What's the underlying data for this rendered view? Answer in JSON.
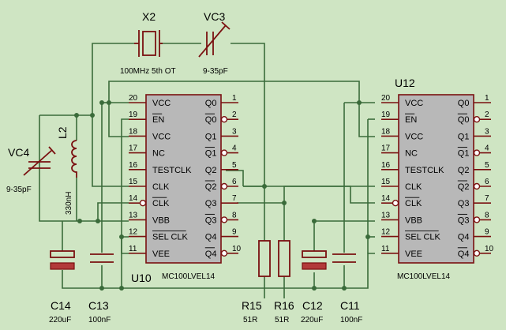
{
  "colors": {
    "background": "#cfe5c3",
    "wire": "#3a6b3a",
    "component": "#7a1010",
    "ic_body": "#b8b8b8"
  },
  "components": {
    "x2": {
      "ref": "X2",
      "value": "100MHz 5th OT"
    },
    "vc3": {
      "ref": "VC3",
      "value": "9-35pF"
    },
    "vc4": {
      "ref": "VC4",
      "value": "9-35pF"
    },
    "l2": {
      "ref": "L2",
      "value": "330nH"
    },
    "c14": {
      "ref": "C14",
      "value": "220uF"
    },
    "c13": {
      "ref": "C13",
      "value": "100nF"
    },
    "c12": {
      "ref": "C12",
      "value": "220uF"
    },
    "c11": {
      "ref": "C11",
      "value": "100nF"
    },
    "r15": {
      "ref": "R15",
      "value": "51R"
    },
    "r16": {
      "ref": "R16",
      "value": "51R"
    }
  },
  "ics": [
    {
      "ref": "U10",
      "part": "MC100LVEL14"
    },
    {
      "ref": "U12",
      "part": "MC100LVEL14"
    }
  ],
  "ic_left_pins": [
    {
      "num": "20",
      "name": "VCC",
      "bar": false,
      "bubble": false
    },
    {
      "num": "19",
      "name": "EN",
      "bar": true,
      "bubble": false
    },
    {
      "num": "18",
      "name": "VCC",
      "bar": false,
      "bubble": false
    },
    {
      "num": "17",
      "name": "NC",
      "bar": false,
      "bubble": false
    },
    {
      "num": "16",
      "name": "TESTCLK",
      "bar": false,
      "bubble": false
    },
    {
      "num": "15",
      "name": "CLK",
      "bar": false,
      "bubble": false
    },
    {
      "num": "14",
      "name": "CLK",
      "bar": true,
      "bubble": true
    },
    {
      "num": "13",
      "name": "VBB",
      "bar": false,
      "bubble": false
    },
    {
      "num": "12",
      "name": "SEL CLK",
      "bar": true,
      "bubble": false
    },
    {
      "num": "11",
      "name": "VEE",
      "bar": false,
      "bubble": false
    }
  ],
  "ic_right_pins": [
    {
      "num": "1",
      "name": "Q0",
      "bar": false,
      "bubble": false
    },
    {
      "num": "2",
      "name": "Q0",
      "bar": true,
      "bubble": true
    },
    {
      "num": "3",
      "name": "Q1",
      "bar": false,
      "bubble": false
    },
    {
      "num": "4",
      "name": "Q1",
      "bar": true,
      "bubble": true
    },
    {
      "num": "5",
      "name": "Q2",
      "bar": false,
      "bubble": false
    },
    {
      "num": "6",
      "name": "Q2",
      "bar": true,
      "bubble": true
    },
    {
      "num": "7",
      "name": "Q3",
      "bar": false,
      "bubble": false
    },
    {
      "num": "8",
      "name": "Q3",
      "bar": true,
      "bubble": true
    },
    {
      "num": "9",
      "name": "Q4",
      "bar": false,
      "bubble": false
    },
    {
      "num": "10",
      "name": "Q4",
      "bar": true,
      "bubble": true
    }
  ]
}
